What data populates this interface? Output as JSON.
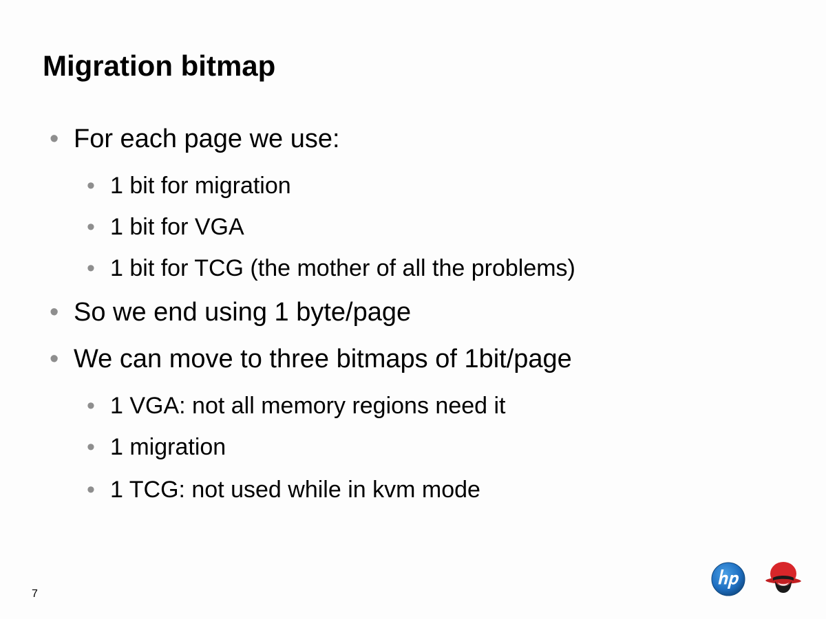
{
  "slide": {
    "title": "Migration bitmap",
    "number": "7",
    "bullets": [
      {
        "level": 1,
        "text": "For each page we use:"
      },
      {
        "level": 2,
        "text": "1 bit for migration"
      },
      {
        "level": 2,
        "text": "1 bit for VGA"
      },
      {
        "level": 2,
        "text": "1 bit for TCG (the mother of all the problems)"
      },
      {
        "level": 1,
        "text": "So we end using 1 byte/page"
      },
      {
        "level": 1,
        "text": "We can move to three bitmaps of 1bit/page"
      },
      {
        "level": 2,
        "text": "1 VGA: not all memory regions need it"
      },
      {
        "level": 2,
        "text": "1 migration"
      },
      {
        "level": 2,
        "text": "1 TCG: not used while in kvm mode"
      }
    ],
    "bullet_glyph": "•",
    "logos": {
      "hp": "hp-logo-icon",
      "redhat": "redhat-shadowman-icon"
    },
    "colors": {
      "background": "#fdfdfd",
      "text": "#000000",
      "bullet": "#8e8e8e",
      "hp_blue": "#1f6fc1",
      "redhat_red": "#d8262a"
    }
  }
}
